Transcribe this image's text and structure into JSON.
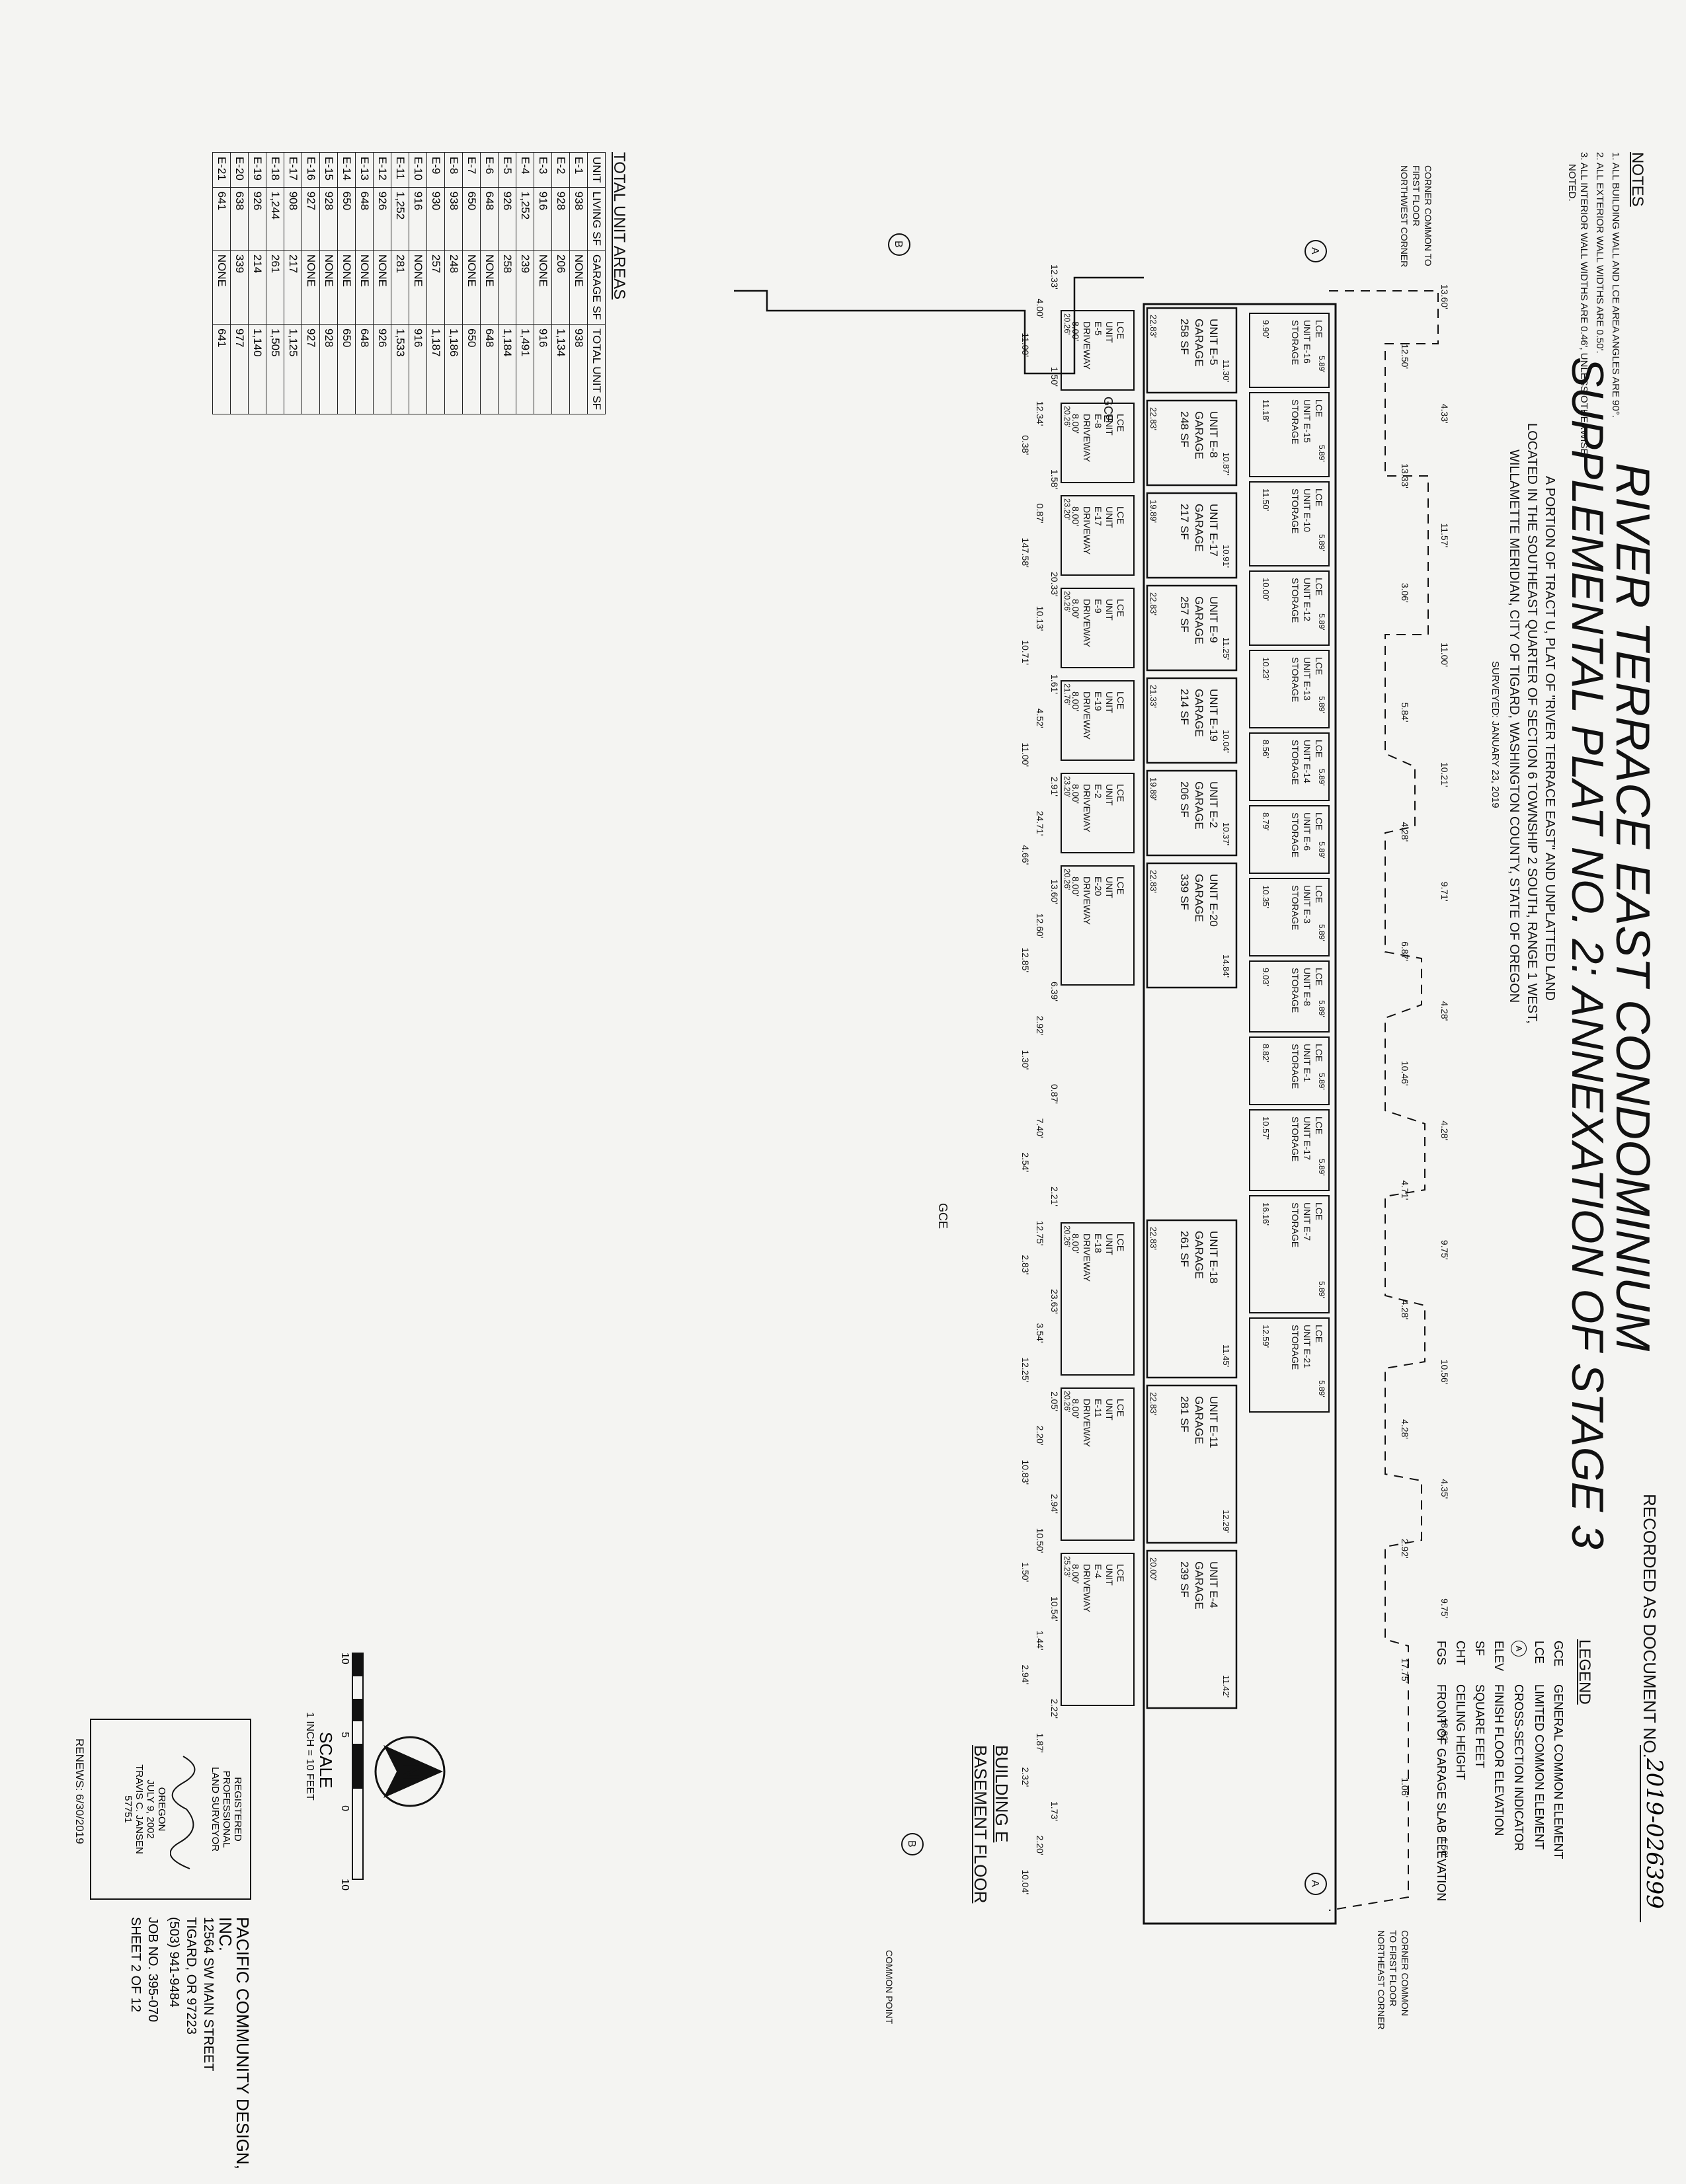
{
  "title": {
    "line1": "RIVER TERRACE EAST CONDOMINIUM",
    "line2": "SUPPLEMENTAL PLAT NO. 2: ANNEXATION OF STAGE 3",
    "desc": [
      "A PORTION OF TRACT U, PLAT OF \"RIVER TERRACE EAST\" AND UNPLATTED LAND",
      "LOCATED IN THE SOUTHEAST QUARTER OF SECTION 6 TOWNSHIP 2 SOUTH, RANGE 1 WEST,",
      "WILLAMETTE MERIDIAN, CITY OF TIGARD, WASHINGTON COUNTY, STATE OF OREGON"
    ],
    "surveyed": "SURVEYED: JANUARY 23, 2019"
  },
  "recorded": {
    "label": "RECORDED AS DOCUMENT NO.",
    "number": "2019-026399"
  },
  "notes": {
    "heading": "NOTES",
    "items": [
      "1. ALL BUILDING WALL AND LCE AREA ANGLES ARE 90°.",
      "2. ALL EXTERIOR WALL WIDTHS ARE 0.50'.",
      "3. ALL INTERIOR WALL WIDTHS ARE 0.46', UNLESS OTHERWISE",
      "NOTED."
    ]
  },
  "legend": {
    "heading": "LEGEND",
    "items": [
      {
        "abbr": "GCE",
        "desc": "GENERAL COMMON ELEMENT"
      },
      {
        "abbr": "LCE",
        "desc": "LIMITED COMMON ELEMENT"
      },
      {
        "abbr": "A",
        "desc": "CROSS-SECTION INDICATOR"
      },
      {
        "abbr": "ELEV",
        "desc": "FINISH FLOOR ELEVATION"
      },
      {
        "abbr": "SF",
        "desc": "SQUARE FEET"
      },
      {
        "abbr": "CHT",
        "desc": "CEILING HEIGHT"
      },
      {
        "abbr": "FGS",
        "desc": "FRONT OF GARAGE SLAB ELEVATION"
      }
    ]
  },
  "areas": {
    "heading": "TOTAL UNIT AREAS",
    "headers": [
      "UNIT",
      "LIVING SF",
      "GARAGE SF",
      "TOTAL UNIT SF"
    ],
    "rows": [
      [
        "E-1",
        "938",
        "NONE",
        "938"
      ],
      [
        "E-2",
        "928",
        "206",
        "1,134"
      ],
      [
        "E-3",
        "916",
        "NONE",
        "916"
      ],
      [
        "E-4",
        "1,252",
        "239",
        "1,491"
      ],
      [
        "E-5",
        "926",
        "258",
        "1,184"
      ],
      [
        "E-6",
        "648",
        "NONE",
        "648"
      ],
      [
        "E-7",
        "650",
        "NONE",
        "650"
      ],
      [
        "E-8",
        "938",
        "248",
        "1,186"
      ],
      [
        "E-9",
        "930",
        "257",
        "1,187"
      ],
      [
        "E-10",
        "916",
        "NONE",
        "916"
      ],
      [
        "E-11",
        "1,252",
        "281",
        "1,533"
      ],
      [
        "E-12",
        "926",
        "NONE",
        "926"
      ],
      [
        "E-13",
        "648",
        "NONE",
        "648"
      ],
      [
        "E-14",
        "650",
        "NONE",
        "650"
      ],
      [
        "E-15",
        "928",
        "NONE",
        "928"
      ],
      [
        "E-16",
        "927",
        "NONE",
        "927"
      ],
      [
        "E-17",
        "908",
        "217",
        "1,125"
      ],
      [
        "E-18",
        "1,244",
        "261",
        "1,505"
      ],
      [
        "E-19",
        "926",
        "214",
        "1,140"
      ],
      [
        "E-20",
        "638",
        "339",
        "977"
      ],
      [
        "E-21",
        "641",
        "NONE",
        "641"
      ]
    ]
  },
  "plan": {
    "storage": [
      {
        "label": [
          "LCE",
          "UNIT E-16",
          "STORAGE"
        ],
        "dim": "9.90'"
      },
      {
        "label": [
          "LCE",
          "UNIT E-15",
          "STORAGE"
        ],
        "dim": "11.18'"
      },
      {
        "label": [
          "LCE",
          "UNIT E-10",
          "STORAGE"
        ],
        "dim": "11.50'"
      },
      {
        "label": [
          "LCE",
          "UNIT E-12",
          "STORAGE"
        ],
        "dim": "10.00'"
      },
      {
        "label": [
          "LCE",
          "UNIT E-13",
          "STORAGE"
        ],
        "dim": "10.23'"
      },
      {
        "label": [
          "LCE",
          "UNIT E-14",
          "STORAGE"
        ],
        "dim": "8.56'"
      },
      {
        "label": [
          "LCE",
          "UNIT E-6",
          "STORAGE"
        ],
        "dim": "8.79'"
      },
      {
        "label": [
          "LCE",
          "UNIT E-3",
          "STORAGE"
        ],
        "dim": "10.35'"
      },
      {
        "label": [
          "LCE",
          "UNIT E-8",
          "STORAGE"
        ],
        "dim": "9.03'"
      },
      {
        "label": [
          "LCE",
          "UNIT E-1",
          "STORAGE"
        ],
        "dim": "8.82'"
      },
      {
        "label": [
          "LCE",
          "UNIT E-17",
          "STORAGE"
        ],
        "dim": "10.57'"
      },
      {
        "label": [
          "LCE",
          "UNIT E-7",
          "STORAGE"
        ],
        "dim": "16.16'"
      },
      {
        "label": [
          "LCE",
          "UNIT E-21",
          "STORAGE"
        ],
        "dim": "12.59'"
      }
    ],
    "storage_width": "5.89'",
    "garages": [
      {
        "label": [
          "UNIT E-5",
          "GARAGE",
          "258 SF"
        ],
        "depth": "11.30'",
        "width": "22.83'"
      },
      {
        "label": [
          "UNIT E-8",
          "GARAGE",
          "248 SF"
        ],
        "depth": "10.87'",
        "width": "22.83'"
      },
      {
        "label": [
          "UNIT E-17",
          "GARAGE",
          "217 SF"
        ],
        "depth": "10.91'",
        "width": "19.89'"
      },
      {
        "label": [
          "UNIT E-9",
          "GARAGE",
          "257 SF"
        ],
        "depth": "11.25'",
        "width": "22.83'"
      },
      {
        "label": [
          "UNIT E-19",
          "GARAGE",
          "214 SF"
        ],
        "depth": "10.04'",
        "width": "21.33'"
      },
      {
        "label": [
          "UNIT E-2",
          "GARAGE",
          "206 SF"
        ],
        "depth": "10.37'",
        "width": "19.89'"
      },
      {
        "label": [
          "UNIT E-20",
          "GARAGE",
          "339 SF"
        ],
        "depth": "14.84'",
        "width": "22.83'"
      },
      {
        "label": [
          "UNIT E-18",
          "GARAGE",
          "261 SF"
        ],
        "depth": "11.45'",
        "width": "22.83'"
      },
      {
        "label": [
          "UNIT E-11",
          "GARAGE",
          "281 SF"
        ],
        "depth": "12.29'",
        "width": "22.83'"
      },
      {
        "label": [
          "UNIT E-4",
          "GARAGE",
          "239 SF"
        ],
        "depth": "11.42'",
        "width": "20.00'"
      }
    ],
    "driveways": [
      {
        "label": [
          "LCE",
          "UNIT",
          "E-5",
          "DRIVEWAY",
          "8.00'"
        ],
        "width": "20.26'"
      },
      {
        "label": [
          "LCE",
          "UNIT",
          "E-8",
          "DRIVEWAY",
          "8.00'"
        ],
        "width": "20.26'"
      },
      {
        "label": [
          "LCE",
          "UNIT",
          "E-17",
          "DRIVEWAY",
          "8.00'"
        ],
        "width": "23.20'"
      },
      {
        "label": [
          "LCE",
          "UNIT",
          "E-9",
          "DRIVEWAY",
          "8.00'"
        ],
        "width": "20.26'"
      },
      {
        "label": [
          "LCE",
          "UNIT",
          "E-19",
          "DRIVEWAY",
          "8.00'"
        ],
        "width": "21.76'"
      },
      {
        "label": [
          "LCE",
          "UNIT",
          "E-2",
          "DRIVEWAY",
          "8.00'"
        ],
        "width": "23.20'"
      },
      {
        "label": [
          "LCE",
          "UNIT",
          "E-20",
          "DRIVEWAY",
          "8.00'"
        ],
        "width": "20.26'"
      },
      {
        "label": [
          "LCE",
          "UNIT",
          "E-18",
          "DRIVEWAY",
          "8.00'"
        ],
        "width": "20.26'"
      },
      {
        "label": [
          "LCE",
          "UNIT",
          "E-11",
          "DRIVEWAY",
          "8.00'"
        ],
        "width": "20.26'"
      },
      {
        "label": [
          "LCE",
          "UNIT",
          "E-4",
          "DRIVEWAY",
          "8.00'"
        ],
        "width": "25.23'"
      }
    ],
    "driveway_depth": "8.00'",
    "gce": "GCE",
    "dims_top": [
      "13.60'",
      "12.50'",
      "4.33'",
      "13.33'",
      "11.57'",
      "3.06'",
      "11.00'",
      "5.84'",
      "10.21'",
      "4.28'",
      "9.71'",
      "6.87'",
      "4.28'",
      "10.46'",
      "4.28'",
      "4.71'",
      "9.75'",
      "4.28'",
      "10.56'",
      "4.28'",
      "4.35'",
      "2.92'",
      "9.75'",
      "17.75'",
      "18.82'",
      "1.06'",
      "1.50'"
    ],
    "dims_bottom": [
      "12.33'",
      "4.00'",
      "11.00'",
      "1.50'",
      "12.34'",
      "0.38'",
      "1.58'",
      "0.87'",
      "147.58'",
      "20.33'",
      "10.13'",
      "10.71'",
      "1.61'",
      "4.52'",
      "11.00'",
      "2.91'",
      "24.71'",
      "4.66'",
      "13.60'",
      "12.60'",
      "12.85'",
      "6.39'",
      "2.92'",
      "1.30'",
      "0.87'",
      "7.40'",
      "2.54'",
      "2.21'",
      "12.75'",
      "2.83'",
      "23.63'",
      "3.54'",
      "12.25'",
      "2.05'",
      "2.20'",
      "10.83'",
      "2.94'",
      "10.50'",
      "1.50'",
      "10.54'",
      "1.44'",
      "2.94'",
      "2.22'",
      "1.87'",
      "2.32'",
      "1.73'",
      "2.20'",
      "10.04'"
    ],
    "corner_nw": [
      "CORNER COMMON TO",
      "FIRST FLOOR",
      "NORTHWEST CORNER"
    ],
    "corner_ne": [
      "CORNER COMMON",
      "TO FIRST FLOOR",
      "NORTHEAST CORNER"
    ],
    "common_point": "COMMON POINT",
    "section_a": "A",
    "section_b": "B"
  },
  "building": {
    "line1": "BUILDING E",
    "line2": "BASEMENT FLOOR"
  },
  "scale": {
    "label": "SCALE",
    "ratio": "1 INCH = 10 FEET",
    "ticks": [
      "10",
      "5",
      "0",
      "10"
    ],
    "north": "N"
  },
  "stamp": {
    "lines_top": [
      "REGISTERED",
      "PROFESSIONAL",
      "LAND SURVEYOR"
    ],
    "lines_bottom": [
      "OREGON",
      "JULY 9, 2002",
      "TRAVIS C. JANSEN",
      "57751"
    ],
    "renews": "RENEWS: 6/30/2019"
  },
  "company": {
    "name": "PACIFIC COMMUNITY DESIGN, INC.",
    "address": [
      "12564 SW MAIN STREET",
      "TIGARD, OR 97223",
      "(503) 941-9484"
    ],
    "job": "JOB NO. 395-070",
    "sheet": "SHEET 2 OF 12"
  }
}
